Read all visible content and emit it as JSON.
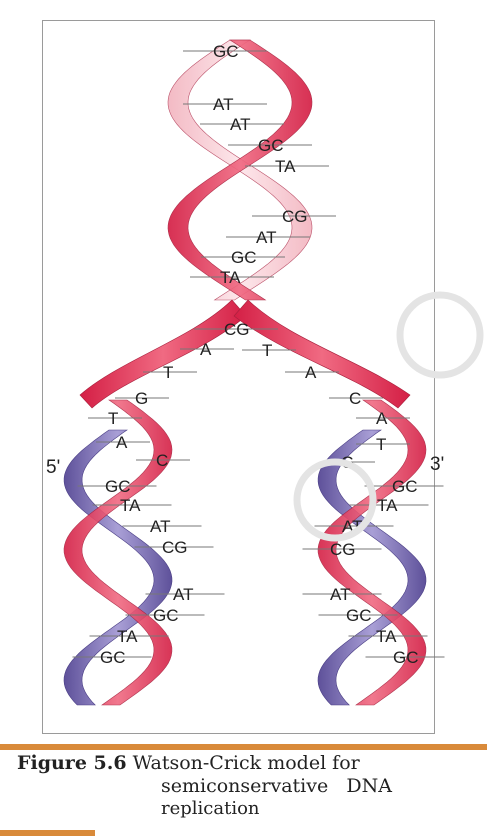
{
  "figure": {
    "label": "Figure 5.6",
    "caption_line1": "Watson-Crick model for",
    "caption_line2": "semiconservative   DNA",
    "caption_line3": "replication"
  },
  "end_labels": {
    "left": "5'",
    "right": "3'"
  },
  "colors": {
    "parent_strand": "#e8395a",
    "new_strand": "#7c6fb0",
    "caption_bar": "#d98a3a"
  },
  "base_pairs": {
    "parent_helix": [
      "GC",
      "AT",
      "AT",
      "GC",
      "TA",
      "CG",
      "AT",
      "GC",
      "TA",
      "CG"
    ],
    "fork_left": [
      "A",
      "T",
      "G",
      "T",
      "A",
      "C"
    ],
    "fork_right": [
      "T",
      "A",
      "C",
      "A",
      "T",
      "G"
    ],
    "daughter_left": [
      "GC",
      "TA",
      "AT",
      "CG",
      "AT",
      "GC",
      "TA",
      "GC"
    ],
    "daughter_right": [
      "GC",
      "TA",
      "AT",
      "CG",
      "AT",
      "GC",
      "TA",
      "GC"
    ]
  }
}
